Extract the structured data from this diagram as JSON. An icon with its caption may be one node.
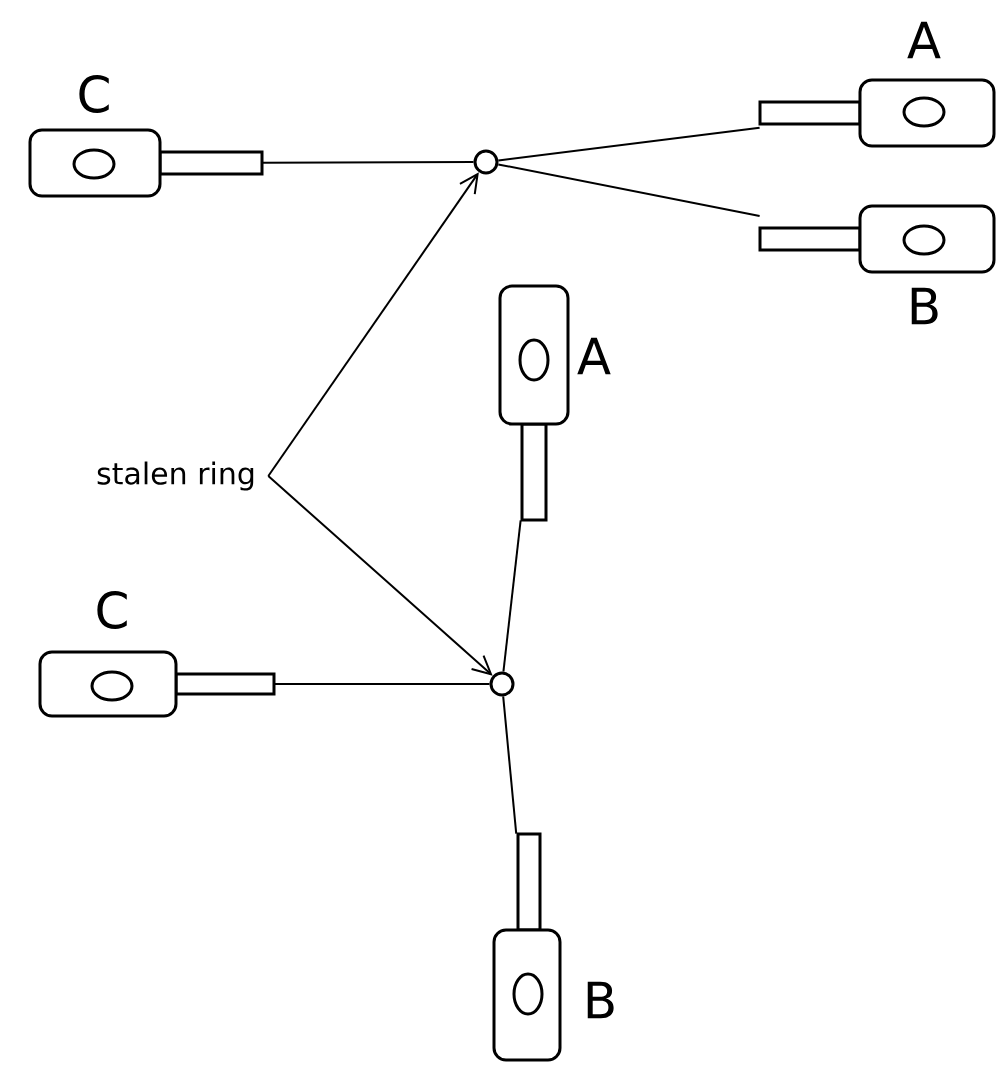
{
  "diagram": {
    "nodes": [
      {
        "text": [
          "C"
        ]
      },
      {
        "text": [],
        "shape": "circle"
      },
      {
        "text": [
          "A"
        ]
      },
      {
        "text": [
          "B"
        ]
      },
      {
        "text": [
          "stalen ring"
        ]
      },
      {
        "text": [
          "A"
        ]
      },
      {
        "text": [
          "C"
        ]
      },
      {
        "text": [],
        "shape": "circle"
      },
      {
        "text": [
          "B"
        ]
      }
    ],
    "edges": [
      {
        "from": 0,
        "to": 1,
        "arrow": "none"
      },
      {
        "from": 1,
        "to": 2,
        "arrow": "none"
      },
      {
        "from": 1,
        "to": 3,
        "arrow": "none"
      },
      {
        "from": 4,
        "to": 1,
        "arrow": "to"
      },
      {
        "from": 4,
        "to": 7,
        "arrow": "to"
      },
      {
        "from": 5,
        "to": 7,
        "arrow": "none"
      },
      {
        "from": 6,
        "to": 7,
        "arrow": "none"
      },
      {
        "from": 7,
        "to": 8,
        "arrow": "none"
      }
    ]
  }
}
